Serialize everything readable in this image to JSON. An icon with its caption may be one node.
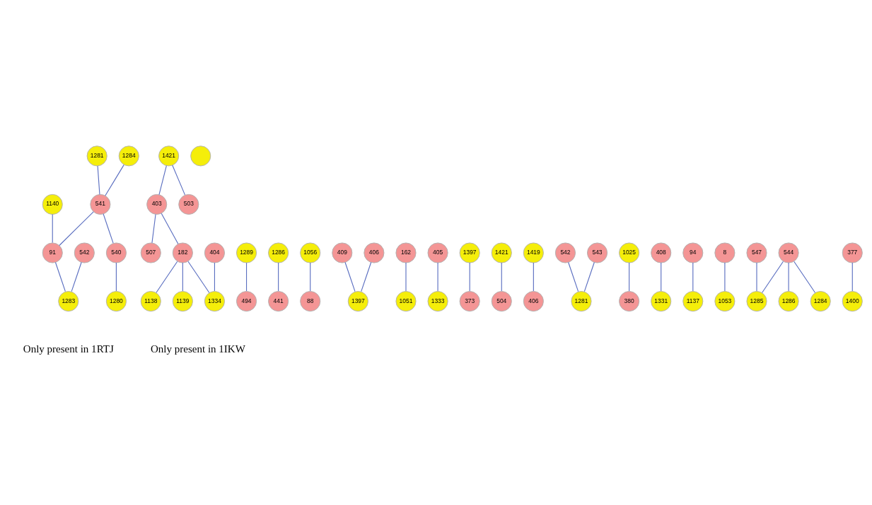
{
  "diagram": {
    "nodes": [
      {
        "text": [
          "1281"
        ]
      },
      {
        "text": [
          "1284"
        ]
      },
      {
        "text": [
          "1421"
        ]
      },
      {
        "text": [
          "1289"
        ]
      },
      {
        "text": [
          "1286"
        ]
      },
      {
        "text": [
          "541"
        ]
      },
      {
        "text": [
          "403"
        ]
      },
      {
        "text": [
          "503"
        ]
      },
      {
        "text": [
          "507"
        ]
      },
      {
        "text": [
          "441"
        ]
      },
      {
        "text": [
          "494"
        ]
      },
      {
        "text": [
          "1056"
        ]
      },
      {
        "text": [
          "88"
        ]
      },
      {
        "text": [
          "409"
        ]
      },
      {
        "text": [
          "91"
        ]
      },
      {
        "text": [
          "406"
        ]
      },
      {
        "text": [],
        "shape": "circle"
      },
      {
        "text": [
          "1397"
        ]
      },
      {
        "text": [
          "1140"
        ]
      },
      {
        "text": [
          "542"
        ]
      },
      {
        "text": [
          "182"
        ]
      },
      {
        "text": [
          "162"
        ]
      },
      {
        "text": [
          "405"
        ]
      },
      {
        "text": [
          "540"
        ]
      },
      {
        "text": [
          "404"
        ]
      },
      {
        "text": [
          "1138"
        ]
      },
      {
        "text": [
          "1283"
        ]
      },
      {
        "text": [
          "1139"
        ]
      },
      {
        "text": [
          "1051"
        ]
      },
      {
        "text": [
          "1334"
        ]
      },
      {
        "text": [
          "1333"
        ]
      },
      {
        "text": [
          "1280"
        ]
      },
      {
        "text": [
          "1397"
        ]
      },
      {
        "text": [
          "1421"
        ]
      },
      {
        "text": [
          "1419"
        ]
      },
      {
        "text": [
          "373"
        ]
      },
      {
        "text": [
          "542"
        ]
      },
      {
        "text": [
          "504"
        ]
      },
      {
        "text": [
          "406"
        ]
      },
      {
        "text": [
          "1025"
        ]
      },
      {
        "text": [
          "380"
        ]
      },
      {
        "text": [
          "408"
        ]
      },
      {
        "text": [
          "94"
        ]
      },
      {
        "text": [
          "8"
        ]
      },
      {
        "text": [
          "1331"
        ]
      },
      {
        "text": [
          "1137"
        ]
      },
      {
        "text": [
          "1053"
        ]
      },
      {
        "text": [
          "543"
        ]
      },
      {
        "text": [
          "547"
        ]
      },
      {
        "text": [
          "544"
        ]
      },
      {
        "text": [
          "377"
        ]
      },
      {
        "text": [
          "1281"
        ]
      },
      {
        "text": [
          "1285"
        ]
      },
      {
        "text": [
          "1286"
        ]
      },
      {
        "text": [
          "1284"
        ]
      },
      {
        "text": [
          "1400"
        ]
      }
    ],
    "edges": [
      {
        "from": 0,
        "to": 5,
        "arrow": "none"
      },
      {
        "from": 1,
        "to": 5,
        "arrow": "none"
      },
      {
        "from": 2,
        "to": 7,
        "arrow": "none"
      },
      {
        "from": 2,
        "to": 6,
        "arrow": "none"
      },
      {
        "from": 6,
        "to": 8,
        "arrow": "none"
      },
      {
        "from": 3,
        "to": 10,
        "arrow": "none"
      },
      {
        "from": 4,
        "to": 9,
        "arrow": "none"
      },
      {
        "from": 11,
        "to": 12,
        "arrow": "none"
      },
      {
        "from": 5,
        "to": 14,
        "arrow": "none"
      },
      {
        "from": 5,
        "to": 23,
        "arrow": "none"
      },
      {
        "from": 6,
        "to": 20,
        "arrow": "none"
      },
      {
        "from": 13,
        "to": 17,
        "arrow": "none"
      },
      {
        "from": 15,
        "to": 17,
        "arrow": "none"
      },
      {
        "from": 18,
        "to": 14,
        "arrow": "none"
      },
      {
        "from": 14,
        "to": 26,
        "arrow": "none"
      },
      {
        "from": 19,
        "to": 26,
        "arrow": "none"
      },
      {
        "from": 20,
        "to": 25,
        "arrow": "none"
      },
      {
        "from": 20,
        "to": 27,
        "arrow": "none"
      },
      {
        "from": 20,
        "to": 29,
        "arrow": "none"
      },
      {
        "from": 24,
        "to": 29,
        "arrow": "none"
      },
      {
        "from": 21,
        "to": 28,
        "arrow": "none"
      },
      {
        "from": 22,
        "to": 30,
        "arrow": "none"
      },
      {
        "from": 23,
        "to": 31,
        "arrow": "none"
      },
      {
        "from": 32,
        "to": 35,
        "arrow": "none"
      },
      {
        "from": 33,
        "to": 37,
        "arrow": "none"
      },
      {
        "from": 34,
        "to": 38,
        "arrow": "none"
      },
      {
        "from": 39,
        "to": 40,
        "arrow": "none"
      },
      {
        "from": 42,
        "to": 45,
        "arrow": "none"
      },
      {
        "from": 36,
        "to": 51,
        "arrow": "none"
      },
      {
        "from": 47,
        "to": 51,
        "arrow": "none"
      },
      {
        "from": 41,
        "to": 44,
        "arrow": "none"
      },
      {
        "from": 43,
        "to": 46,
        "arrow": "none"
      },
      {
        "from": 48,
        "to": 52,
        "arrow": "none"
      },
      {
        "from": 49,
        "to": 52,
        "arrow": "none"
      },
      {
        "from": 49,
        "to": 53,
        "arrow": "none"
      },
      {
        "from": 49,
        "to": 54,
        "arrow": "none"
      },
      {
        "from": 50,
        "to": 55,
        "arrow": "none"
      }
    ],
    "labels": [
      "Only present in 1RTJ",
      "Only present in 1IKW"
    ]
  }
}
